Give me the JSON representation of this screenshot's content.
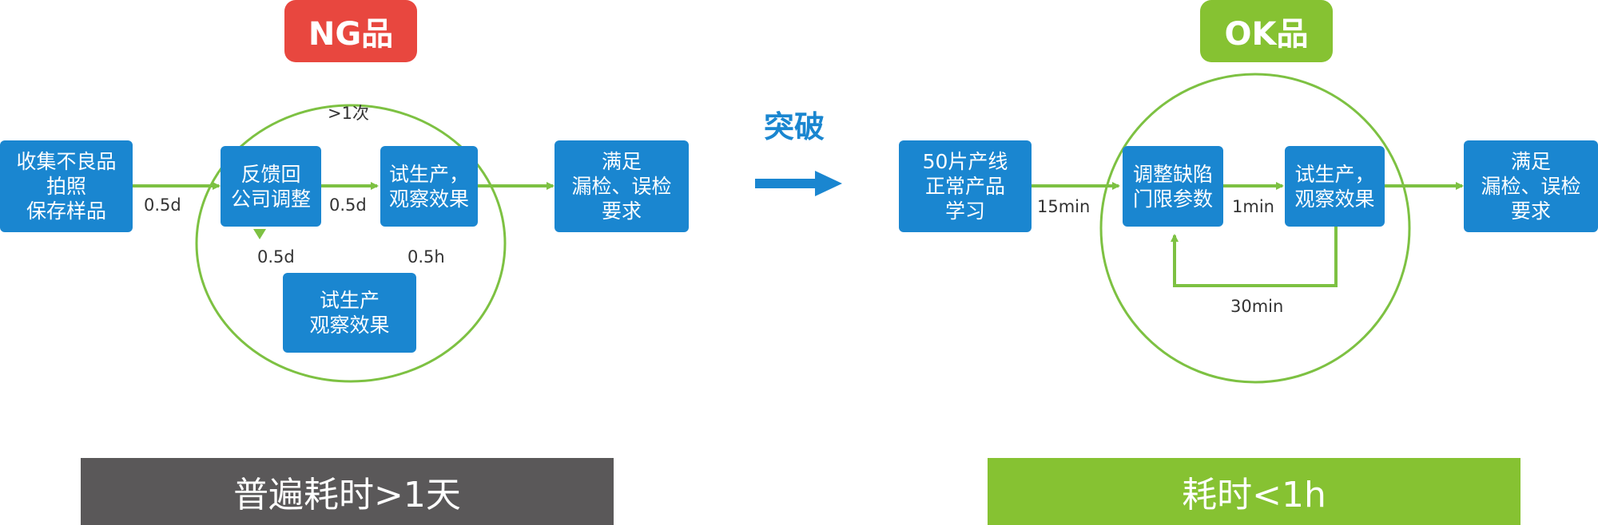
{
  "ng": {
    "tag": "NG品",
    "step1": "收集不良品\n拍照\n保存样品",
    "step2": "反馈回\n公司调整",
    "step3": "试生产，\n观察效果",
    "step4": "满足\n漏检、误检\n要求",
    "step5": "试生产\n观察效果",
    "label_a": "0.5d",
    "label_b": "0.5d",
    "label_c": "0.5d",
    "label_d": "0.5h",
    "loop_label": ">1次",
    "banner": "普遍耗时>1天"
  },
  "center": {
    "title": "突破"
  },
  "ok": {
    "tag": "OK品",
    "step1": "50片产线\n正常产品\n学习",
    "step2": "调整缺陷\n门限参数",
    "step3": "试生产，\n观察效果",
    "step4": "满足\n漏检、误检\n要求",
    "label_a": "15min",
    "label_b": "1min",
    "label_c": "30min",
    "banner": "耗时<1h"
  },
  "colors": {
    "box_blue": "#1a86d0",
    "arrow_green": "#7dc142",
    "ng_red": "#e8473f",
    "ok_green": "#86c232",
    "banner_gray": "#5a5859",
    "banner_green": "#86c232"
  }
}
